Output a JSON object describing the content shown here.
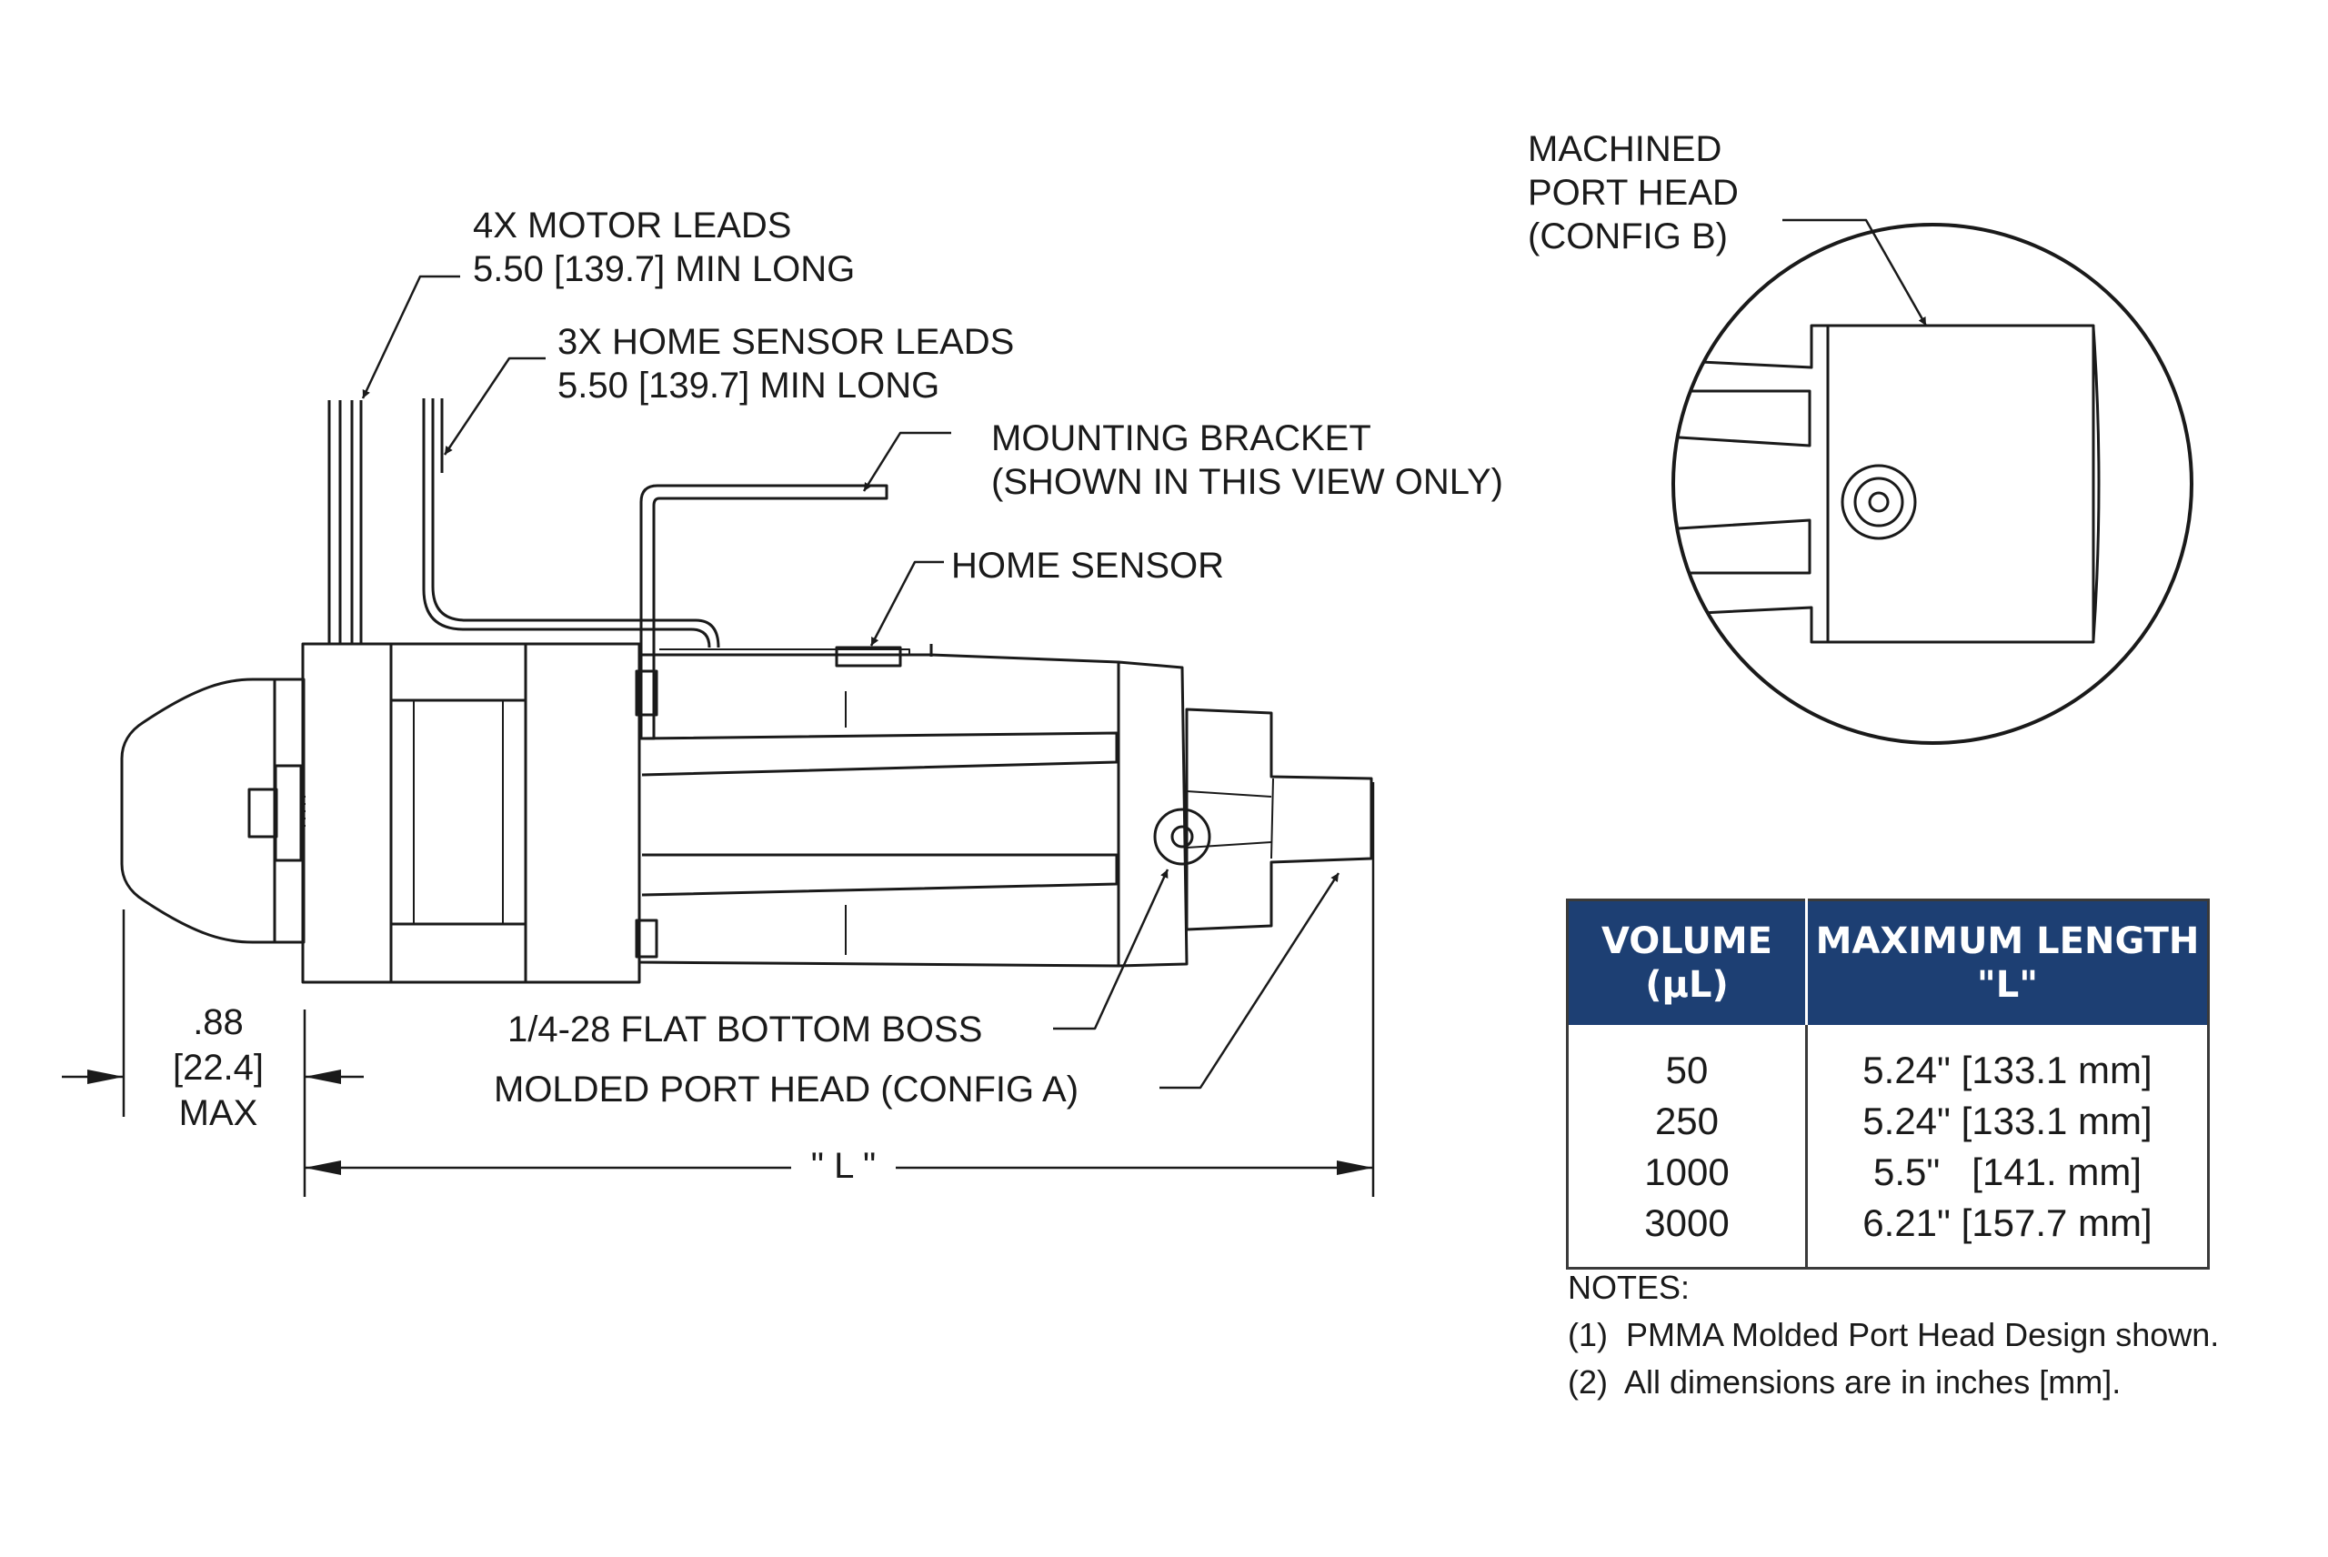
{
  "callouts": {
    "motor_leads": [
      "4X MOTOR LEADS",
      "5.50 [139.7] MIN LONG"
    ],
    "home_sensor_leads": [
      "3X HOME SENSOR LEADS",
      "5.50 [139.7] MIN LONG"
    ],
    "mounting_bracket": [
      "MOUNTING BRACKET",
      "(SHOWN IN THIS VIEW ONLY)"
    ],
    "home_sensor": "HOME SENSOR",
    "flat_bottom_boss": "1/4-28 FLAT BOTTOM BOSS",
    "molded_port_head": "MOLDED PORT HEAD (CONFIG A)",
    "machined_port_head": [
      "MACHINED",
      "PORT HEAD",
      "(CONFIG B)"
    ]
  },
  "dimensions": {
    "offset_in": ".88",
    "offset_mm": "[22.4]",
    "offset_note": "MAX",
    "length": "\" L \""
  },
  "table": {
    "headers": {
      "volume": [
        "VOLUME",
        "(µL)"
      ],
      "length": [
        "MAXIMUM LENGTH",
        "\"L\""
      ]
    },
    "rows": [
      {
        "volume": "50",
        "length": "5.24\" [133.1 mm]"
      },
      {
        "volume": "250",
        "length": "5.24\" [133.1 mm]"
      },
      {
        "volume": "1000",
        "length": "5.5\"   [141. mm]"
      },
      {
        "volume": "3000",
        "length": "6.21\" [157.7 mm]"
      }
    ]
  },
  "notes": {
    "title": "NOTES:",
    "items": [
      "(1)  PMMA Molded Port Head Design shown.",
      "(2)  All dimensions are in inches [mm]."
    ]
  },
  "colors": {
    "header_bg": "#1d3f73",
    "header_text": "#ffffff",
    "line": "#1a1a1a"
  }
}
